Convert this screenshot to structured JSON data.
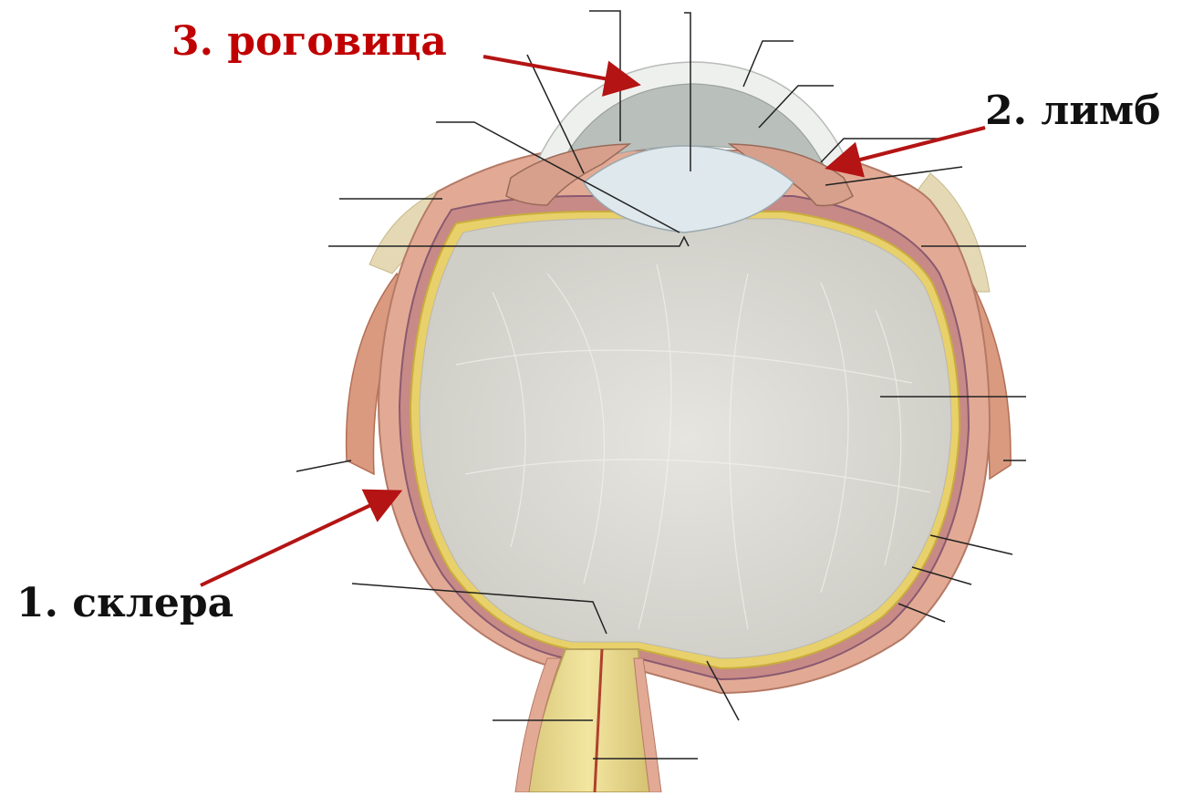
{
  "labels": {
    "cornea": "3. роговица",
    "limbus": "2. лимб",
    "sclera": "1. склера"
  },
  "colors": {
    "highlight": "#c00000",
    "text": "#111111",
    "arrow": "#b41414"
  }
}
